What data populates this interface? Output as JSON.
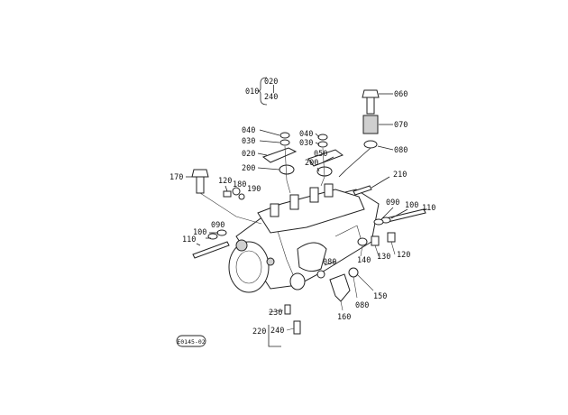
{
  "diagram": {
    "group_callout": {
      "parent": "010",
      "range_start": "020",
      "range_dash": "|",
      "range_end": "240"
    },
    "part_numbers": {
      "p060": "060",
      "p070": "070",
      "p080a": "080",
      "p040a": "040",
      "p030a": "030",
      "p020": "020",
      "p200a": "200",
      "p040b": "040",
      "p030b": "030",
      "p050": "050",
      "p200b": "200",
      "p210": "210",
      "p170": "170",
      "p120a": "120",
      "p180": "180",
      "p190": "190",
      "p090a": "090",
      "p100a": "100",
      "p110a": "110",
      "p090b": "090",
      "p100b": "100",
      "p110b": "110",
      "p120b": "120",
      "p130": "130",
      "p140": "140",
      "p080b": "080",
      "p150": "150",
      "p080c": "080",
      "p160": "160",
      "p230": "230",
      "p220": "220",
      "p240": "240"
    },
    "drawing_code": "E0145-02"
  }
}
